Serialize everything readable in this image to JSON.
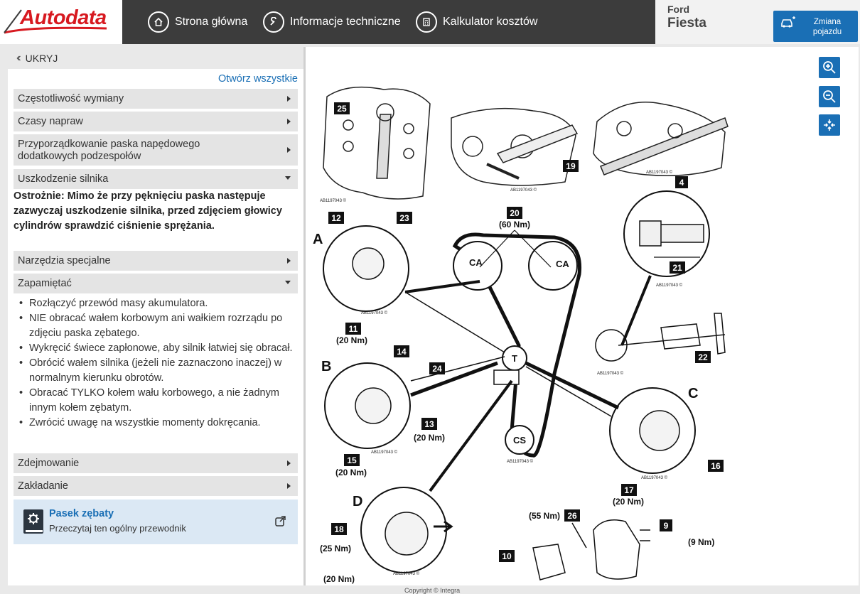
{
  "header": {
    "logo_text": "Autodata",
    "nav": [
      {
        "label": "Strona główna",
        "icon": "home-icon"
      },
      {
        "label": "Informacje techniczne",
        "icon": "wrench-icon"
      },
      {
        "label": "Kalkulator kosztów",
        "icon": "calculator-icon"
      }
    ],
    "vehicle": {
      "make": "Ford",
      "model": "Fiesta",
      "change_label": "Zmiana pojazdu"
    }
  },
  "sidebar": {
    "hide_label": "UKRYJ",
    "open_all": "Otwórz wszystkie",
    "sections": [
      {
        "title": "Częstotliwość wymiany",
        "state": "collapsed"
      },
      {
        "title": "Czasy napraw",
        "state": "collapsed"
      },
      {
        "title": "Przyporządkowanie paska napędowego dodatkowych podzespołów",
        "state": "collapsed"
      },
      {
        "title": "Uszkodzenie silnika",
        "state": "expanded"
      },
      {
        "title": "Narzędzia specjalne",
        "state": "collapsed"
      },
      {
        "title": "Zapamiętać",
        "state": "expanded"
      },
      {
        "title": "Zdejmowanie",
        "state": "collapsed"
      },
      {
        "title": "Zakładanie",
        "state": "collapsed"
      }
    ],
    "warning": "Ostrożnie: Mimo że przy pęknięciu paska następuje zazwyczaj uszkodzenie silnika, przed zdjęciem głowicy cylindrów sprawdzić ciśnienie sprężania.",
    "notes": [
      "Rozłączyć przewód masy akumulatora.",
      "NIE obracać wałem korbowym ani wałkiem rozrządu po zdjęciu paska zębatego.",
      "Wykręcić świece zapłonowe, aby silnik łatwiej się obracał.",
      "Obrócić wałem silnika (jeżeli nie zaznaczono inaczej) w normalnym kierunku obrotów.",
      "Obracać TYLKO kołem wału korbowego, a nie żadnym innym kołem zębatym.",
      "Zwrócić uwagę na wszystkie momenty dokręcania."
    ],
    "guide": {
      "title": "Pasek zębaty",
      "subtitle": "Przeczytaj ten ogólny przewodnik",
      "icon": "gear-book-icon"
    }
  },
  "diagram": {
    "ref": "AB1197043 ©",
    "labels": {
      "n25": "25",
      "n19": "19",
      "n4": "4",
      "n12": "12",
      "n23": "23",
      "n20": "20",
      "t60": "(60 Nm)",
      "ca": "CA",
      "n21": "21",
      "A": "A",
      "n11": "11",
      "t20a": "(20 Nm)",
      "T": "T",
      "n14": "14",
      "n24": "24",
      "B": "B",
      "n13": "13",
      "t20b": "(20 Nm)",
      "n15": "15",
      "t20c": "(20 Nm)",
      "n22": "22",
      "C": "C",
      "n16": "16",
      "n17": "17",
      "t20d": "(20 Nm)",
      "cs": "CS",
      "D": "D",
      "n18": "18",
      "t25": "(25 Nm)",
      "t20e": "(20 Nm)",
      "t55": "(55 Nm)",
      "n26": "26",
      "n9": "9",
      "t9": "(9 Nm)",
      "n10": "10"
    }
  },
  "footer": {
    "copyright": "Copyright © Integra"
  },
  "colors": {
    "brand_red": "#d71920",
    "accent_blue": "#1a6fb5",
    "topbar": "#3c3c3c"
  }
}
